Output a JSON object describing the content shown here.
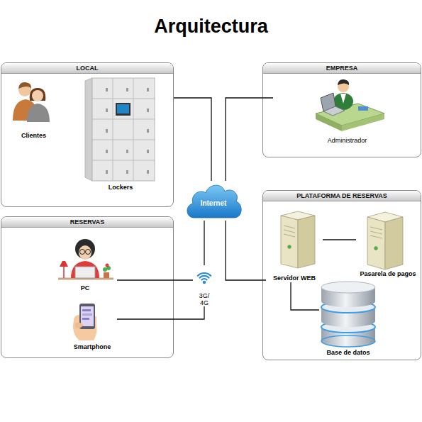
{
  "diagram": {
    "title": "Arquitectura",
    "nodes": [
      {
        "text": [
          "LOCAL"
        ]
      },
      {
        "text": [
          "Clientes"
        ],
        "in": 0
      },
      {
        "text": [
          "Lockers"
        ],
        "in": 0
      },
      {
        "text": [
          "EMPRESA"
        ]
      },
      {
        "text": [
          "Administrador"
        ],
        "in": 3
      },
      {
        "text": [
          "Internet"
        ]
      },
      {
        "text": [
          "RESERVAS"
        ]
      },
      {
        "text": [
          "PC"
        ],
        "in": 6
      },
      {
        "text": [
          "Smartphone"
        ],
        "in": 6
      },
      {
        "text": [
          "3G/ 4G"
        ]
      },
      {
        "text": [
          "PLATAFORMA DE RESERVAS"
        ]
      },
      {
        "text": [
          "Servidor WEB"
        ],
        "in": 10
      },
      {
        "text": [
          "Pasarela de pagos"
        ],
        "in": 10
      },
      {
        "text": [
          "Base de datos"
        ],
        "in": 10
      }
    ],
    "edges": [
      {
        "from": 2,
        "to": 5,
        "arrow": "none"
      },
      {
        "from": 4,
        "to": 5,
        "arrow": "none"
      },
      {
        "from": 5,
        "to": 11,
        "arrow": "none"
      },
      {
        "from": 9,
        "to": 5,
        "arrow": "none"
      },
      {
        "from": 7,
        "to": 9,
        "arrow": "none"
      },
      {
        "from": 8,
        "to": 9,
        "arrow": "none"
      },
      {
        "from": 11,
        "to": 12,
        "arrow": "none"
      },
      {
        "from": 11,
        "to": 13,
        "arrow": "none"
      }
    ]
  }
}
